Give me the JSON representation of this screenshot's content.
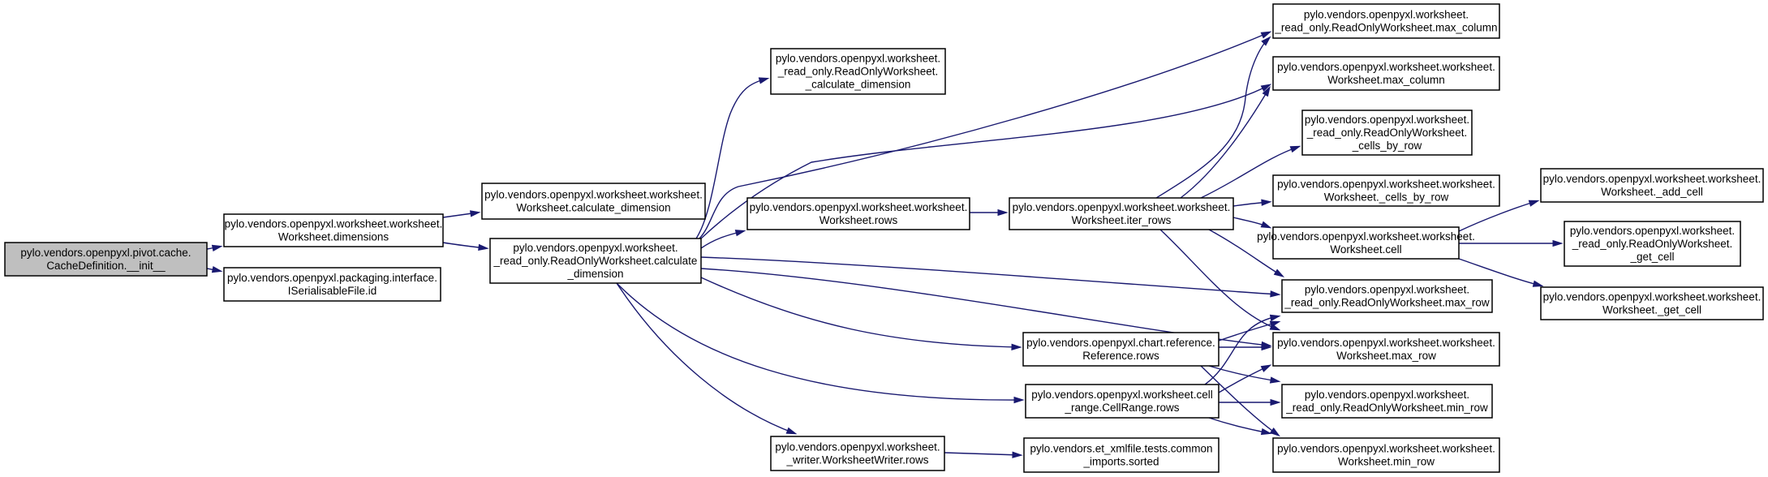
{
  "graph": {
    "nodes": {
      "n0": {
        "lines": [
          "pylo.vendors.openpyxl.pivot.cache.",
          "CacheDefinition.__init__"
        ]
      },
      "n1": {
        "lines": [
          "pylo.vendors.openpyxl.worksheet.worksheet.",
          "Worksheet.dimensions"
        ]
      },
      "n2": {
        "lines": [
          "pylo.vendors.openpyxl.packaging.interface.",
          "ISerialisableFile.id"
        ]
      },
      "n3": {
        "lines": [
          "pylo.vendors.openpyxl.worksheet.worksheet.",
          "Worksheet.calculate_dimension"
        ]
      },
      "n4": {
        "lines": [
          "pylo.vendors.openpyxl.worksheet.",
          "_read_only.ReadOnlyWorksheet.calculate",
          "_dimension"
        ]
      },
      "n5": {
        "lines": [
          "pylo.vendors.openpyxl.worksheet.",
          "_read_only.ReadOnlyWorksheet.",
          "_calculate_dimension"
        ]
      },
      "n6": {
        "lines": [
          "pylo.vendors.openpyxl.worksheet.worksheet.",
          "Worksheet.rows"
        ]
      },
      "n7": {
        "lines": [
          "pylo.vendors.openpyxl.worksheet.worksheet.",
          "Worksheet.iter_rows"
        ]
      },
      "n8": {
        "lines": [
          "pylo.vendors.openpyxl.chart.reference.",
          "Reference.rows"
        ]
      },
      "n9": {
        "lines": [
          "pylo.vendors.openpyxl.worksheet.cell",
          "_range.CellRange.rows"
        ]
      },
      "n10": {
        "lines": [
          "pylo.vendors.openpyxl.worksheet.",
          "_writer.WorksheetWriter.rows"
        ]
      },
      "n11": {
        "lines": [
          "pylo.vendors.et_xmlfile.tests.common",
          "_imports.sorted"
        ]
      },
      "n12": {
        "lines": [
          "pylo.vendors.openpyxl.worksheet.",
          "_read_only.ReadOnlyWorksheet.max_column"
        ]
      },
      "n13": {
        "lines": [
          "pylo.vendors.openpyxl.worksheet.worksheet.",
          "Worksheet.max_column"
        ]
      },
      "n14": {
        "lines": [
          "pylo.vendors.openpyxl.worksheet.",
          "_read_only.ReadOnlyWorksheet.",
          "_cells_by_row"
        ]
      },
      "n15": {
        "lines": [
          "pylo.vendors.openpyxl.worksheet.worksheet.",
          "Worksheet._cells_by_row"
        ]
      },
      "n16": {
        "lines": [
          "pylo.vendors.openpyxl.worksheet.worksheet.",
          "Worksheet.cell"
        ]
      },
      "n17": {
        "lines": [
          "pylo.vendors.openpyxl.worksheet.",
          "_read_only.ReadOnlyWorksheet.max_row"
        ]
      },
      "n18": {
        "lines": [
          "pylo.vendors.openpyxl.worksheet.worksheet.",
          "Worksheet.max_row"
        ]
      },
      "n19": {
        "lines": [
          "pylo.vendors.openpyxl.worksheet.",
          "_read_only.ReadOnlyWorksheet.min_row"
        ]
      },
      "n20": {
        "lines": [
          "pylo.vendors.openpyxl.worksheet.worksheet.",
          "Worksheet.min_row"
        ]
      },
      "n21": {
        "lines": [
          "pylo.vendors.openpyxl.worksheet.worksheet.",
          "Worksheet._add_cell"
        ]
      },
      "n22": {
        "lines": [
          "pylo.vendors.openpyxl.worksheet.",
          "_read_only.ReadOnlyWorksheet.",
          "_get_cell"
        ]
      },
      "n23": {
        "lines": [
          "pylo.vendors.openpyxl.worksheet.worksheet.",
          "Worksheet._get_cell"
        ]
      }
    },
    "edges": [
      [
        "n0",
        "n1"
      ],
      [
        "n0",
        "n2"
      ],
      [
        "n1",
        "n3"
      ],
      [
        "n1",
        "n4"
      ],
      [
        "n4",
        "n5"
      ],
      [
        "n4",
        "n12"
      ],
      [
        "n4",
        "n13"
      ],
      [
        "n4",
        "n6"
      ],
      [
        "n4",
        "n17"
      ],
      [
        "n4",
        "n18"
      ],
      [
        "n4",
        "n8"
      ],
      [
        "n4",
        "n9"
      ],
      [
        "n4",
        "n10"
      ],
      [
        "n6",
        "n7"
      ],
      [
        "n7",
        "n12"
      ],
      [
        "n7",
        "n13"
      ],
      [
        "n7",
        "n14"
      ],
      [
        "n7",
        "n15"
      ],
      [
        "n7",
        "n16"
      ],
      [
        "n7",
        "n17"
      ],
      [
        "n7",
        "n18"
      ],
      [
        "n8",
        "n17"
      ],
      [
        "n8",
        "n18"
      ],
      [
        "n8",
        "n19"
      ],
      [
        "n8",
        "n20"
      ],
      [
        "n9",
        "n17"
      ],
      [
        "n9",
        "n18"
      ],
      [
        "n9",
        "n19"
      ],
      [
        "n9",
        "n20"
      ],
      [
        "n10",
        "n11"
      ],
      [
        "n16",
        "n21"
      ],
      [
        "n16",
        "n22"
      ],
      [
        "n16",
        "n23"
      ]
    ]
  }
}
